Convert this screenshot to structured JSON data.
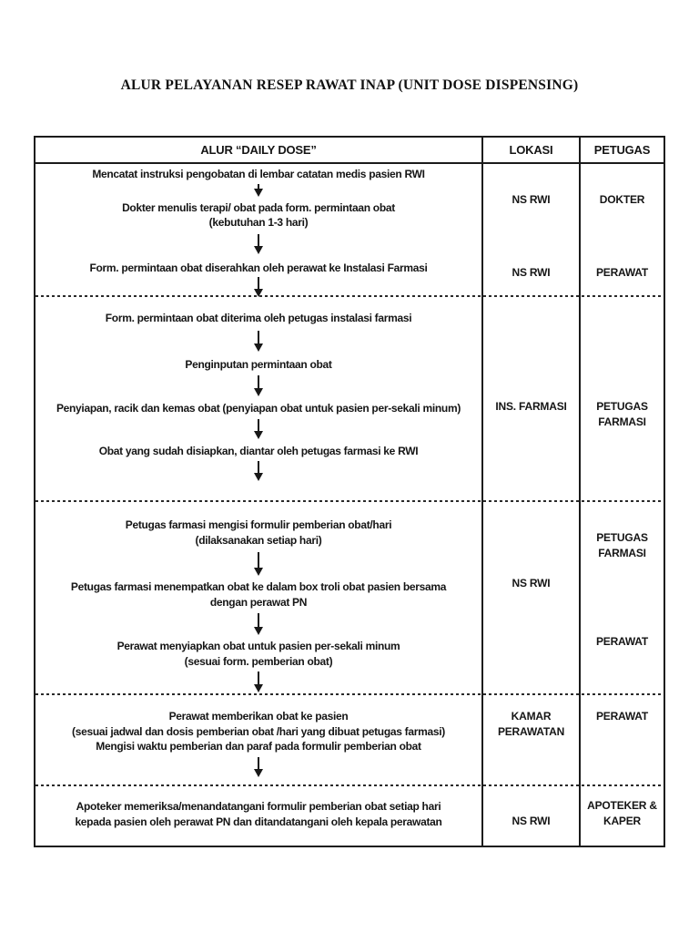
{
  "page": {
    "title": "ALUR PELAYANAN RESEP RAWAT INAP (UNIT DOSE DISPENSING)"
  },
  "table": {
    "headers": {
      "alur": "ALUR “DAILY DOSE”",
      "lokasi": "LOKASI",
      "petugas": "PETUGAS"
    },
    "sections": [
      {
        "steps": [
          {
            "lines": [
              "Mencatat instruksi pengobatan di lembar catatan medis pasien RWI"
            ]
          },
          {
            "lines": [
              "Dokter menulis terapi/ obat pada form. permintaan obat",
              "(kebutuhan 1-3 hari)"
            ]
          },
          {
            "lines": [
              "Form. permintaan obat diserahkan oleh perawat ke Instalasi Farmasi"
            ]
          }
        ],
        "lokasi": [
          {
            "lines": [
              "NS RWI"
            ]
          },
          {
            "lines": [
              "NS RWI"
            ]
          }
        ],
        "petugas": [
          {
            "lines": [
              "DOKTER"
            ]
          },
          {
            "lines": [
              "PERAWAT"
            ]
          }
        ]
      },
      {
        "steps": [
          {
            "lines": [
              "Form. permintaan obat diterima oleh petugas instalasi farmasi"
            ]
          },
          {
            "lines": [
              "Penginputan permintaan obat"
            ]
          },
          {
            "lines": [
              "Penyiapan, racik dan kemas obat (penyiapan obat untuk pasien per-sekali minum)"
            ]
          },
          {
            "lines": [
              "Obat yang sudah disiapkan, diantar oleh petugas farmasi ke RWI"
            ]
          }
        ],
        "lokasi": [
          {
            "lines": [
              "INS. FARMASI"
            ]
          }
        ],
        "petugas": [
          {
            "lines": [
              "PETUGAS",
              "FARMASI"
            ]
          }
        ]
      },
      {
        "steps": [
          {
            "lines": [
              "Petugas farmasi mengisi formulir pemberian obat/hari",
              "(dilaksanakan setiap hari)"
            ]
          },
          {
            "lines": [
              "Petugas farmasi  menempatkan obat ke dalam box troli obat pasien bersama",
              "dengan perawat PN"
            ]
          },
          {
            "lines": [
              "Perawat menyiapkan obat untuk pasien per-sekali minum",
              "(sesuai form. pemberian obat)"
            ]
          }
        ],
        "lokasi": [
          {
            "lines": [
              "NS RWI"
            ]
          }
        ],
        "petugas": [
          {
            "lines": [
              "PETUGAS",
              "FARMASI"
            ]
          },
          {
            "lines": [
              "PERAWAT"
            ]
          }
        ]
      },
      {
        "steps": [
          {
            "lines": [
              "Perawat memberikan obat ke pasien",
              "(sesuai jadwal  dan dosis pemberian obat /hari yang dibuat petugas farmasi)",
              "Mengisi waktu pemberian dan paraf pada formulir pemberian obat"
            ]
          }
        ],
        "lokasi": [
          {
            "lines": [
              "KAMAR",
              "PERAWATAN"
            ]
          }
        ],
        "petugas": [
          {
            "lines": [
              "PERAWAT"
            ]
          }
        ]
      },
      {
        "steps": [
          {
            "lines": [
              "Apoteker memeriksa/menandatangani formulir pemberian obat setiap hari",
              "kepada pasien oleh perawat PN dan ditandatangani oleh kepala perawatan"
            ]
          }
        ],
        "lokasi": [
          {
            "lines": [
              "NS RWI"
            ]
          }
        ],
        "petugas": [
          {
            "lines": [
              "APOTEKER &",
              "KAPER"
            ]
          }
        ]
      }
    ]
  }
}
